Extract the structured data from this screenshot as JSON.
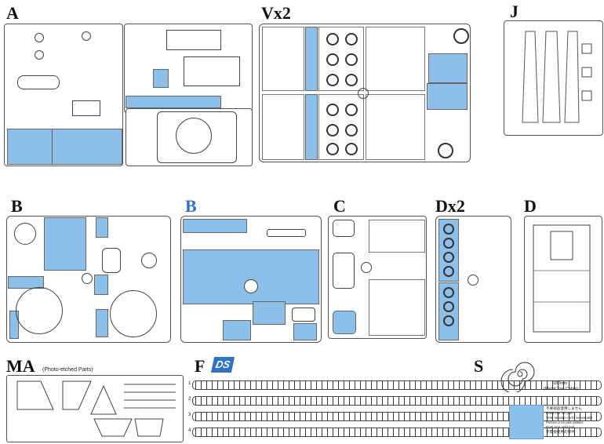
{
  "sprues": {
    "A": "A",
    "V": "Vx2",
    "J": "J",
    "B": "B",
    "B_clear": "B",
    "C": "C",
    "D2": "Dx2",
    "D": "D",
    "MA": "MA",
    "MA_note": "(Photo-etched Parts)",
    "F": "F",
    "S": "S"
  },
  "brand_logo": "DS",
  "tow_cable": {
    "length": "180mm",
    "name": "(Metal Tow Cable)"
  },
  "track_numbers": [
    "1",
    "2",
    "3",
    "4"
  ],
  "legend": {
    "lines": [
      "不要部品使用しません",
      "Parts not for use.",
      "Teile werden nicht verwendet",
      "Pieces a ne pas utiliser.",
      "Parti non utilizzati",
      "不需要使用的零件"
    ]
  },
  "colors": {
    "unused_parts": "#8cc0ea",
    "accent_label": "#2f73c9"
  }
}
